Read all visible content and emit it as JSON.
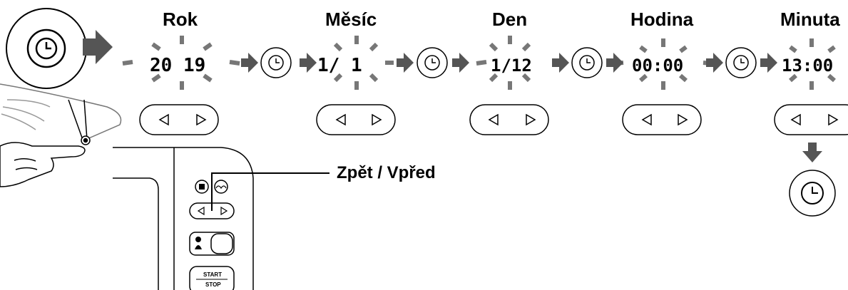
{
  "steps": [
    {
      "title": "Rok",
      "display": "20 19"
    },
    {
      "title": "Měsíc",
      "display": "1/  1"
    },
    {
      "title": "Den",
      "display": "1/12"
    },
    {
      "title": "Hodina",
      "display": "00:00"
    },
    {
      "title": "Minuta",
      "display": "13:00"
    }
  ],
  "callout": {
    "label": "Zpět / Vpřed"
  },
  "device": {
    "start_label": "START",
    "stop_label": "STOP"
  },
  "icons": [
    "clock-icon",
    "left-triangle-icon",
    "right-triangle-icon",
    "arrow-right-icon",
    "arrow-down-icon",
    "hand-icon"
  ]
}
